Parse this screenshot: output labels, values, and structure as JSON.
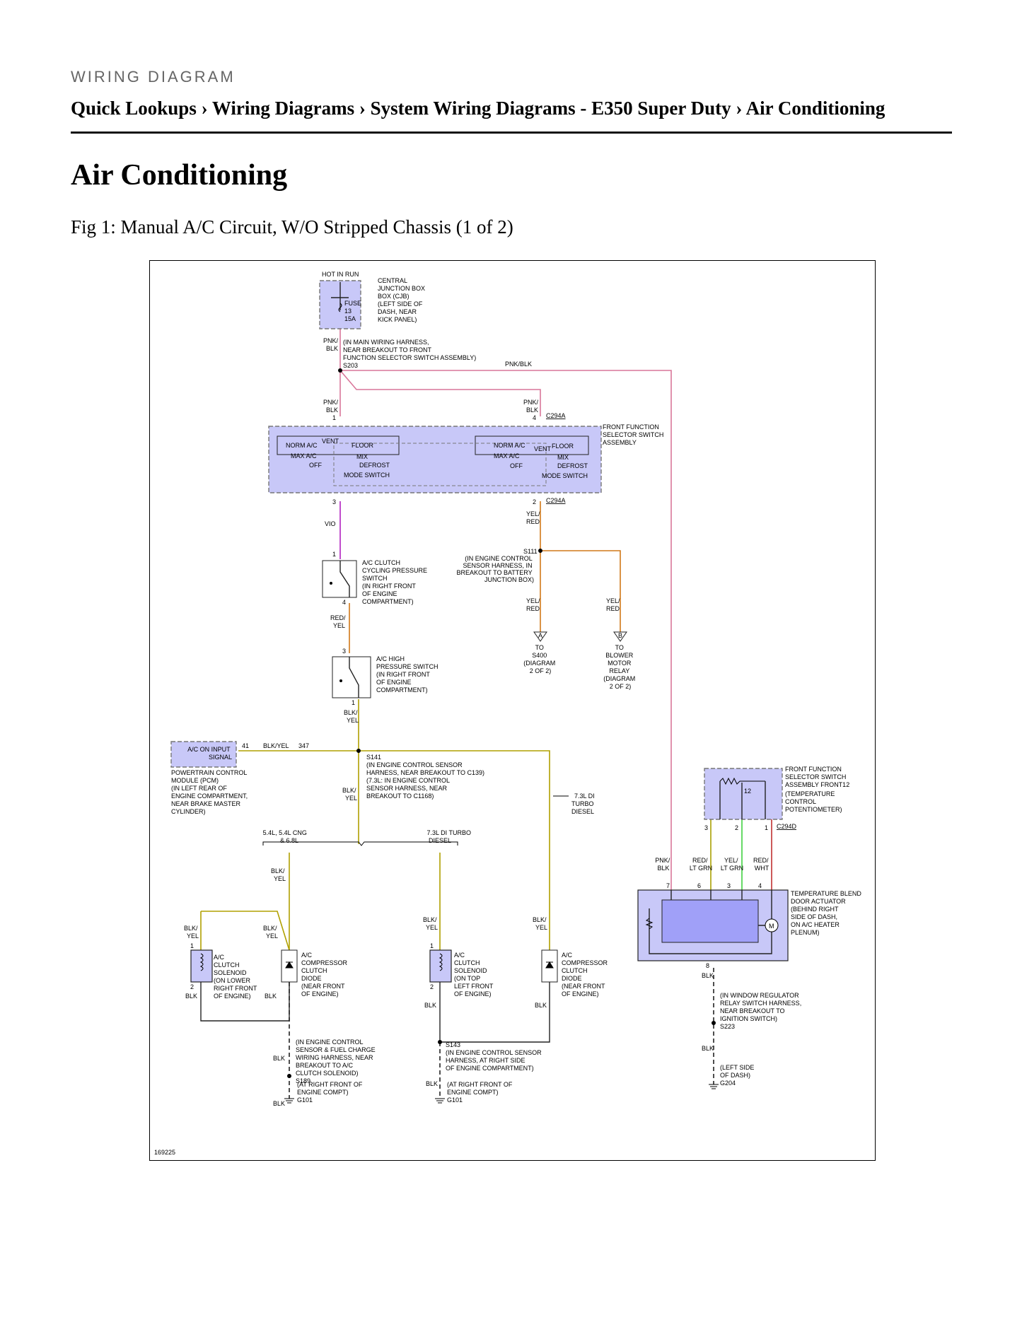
{
  "header": {
    "kicker": "WIRING DIAGRAM",
    "breadcrumb": "Quick Lookups › Wiring Diagrams › System Wiring Diagrams - E350 Super Duty › Air Conditioning",
    "title": "Air Conditioning",
    "figure_caption": "Fig 1: Manual A/C Circuit, W/O Stripped Chassis (1 of 2)"
  },
  "diagram": {
    "hot_in_run": "HOT IN RUN",
    "cjb": [
      "CENTRAL",
      "JUNCTION BOX",
      "BOX (CJB)",
      "(LEFT SIDE OF",
      "DASH, NEAR",
      "KICK PANEL)"
    ],
    "fuse": [
      "FUSE",
      "13",
      "15A"
    ],
    "pnk_blk_1": [
      "PNK/",
      "BLK"
    ],
    "main_harness": [
      "(IN MAIN WIRING HARNESS,",
      "NEAR BREAKOUT TO FRONT",
      "FUNCTION SELECTOR SWITCH ASSEMBLY)",
      "S203"
    ],
    "pnk_blk_top": "PNK/BLK",
    "pnk_blk_2": [
      "PNK/",
      "BLK"
    ],
    "pnk_blk_3": [
      "PNK/",
      "BLK"
    ],
    "pin_1": "1",
    "pin_4": "4",
    "c294a": "C294A",
    "ffs_title": [
      "FRONT FUNCTION",
      "SELECTOR SWITCH",
      "ASSEMBLY"
    ],
    "switch_labels": {
      "norm": "NORM A/C",
      "vent": "VENT",
      "floor": "FLOOR",
      "max": "MAX A/C",
      "mix": "MIX",
      "off": "OFF",
      "defrost": "DEFROST",
      "mode": "MODE SWITCH"
    },
    "pin_3": "3",
    "pin_2": "2",
    "c294a_2": "C294A",
    "yel_red_1": [
      "YEL/",
      "RED"
    ],
    "vio": "VIO",
    "s111_label": "S111",
    "engine_control_harness": [
      "(IN ENGINE CONTROL",
      "SENSOR HARNESS, IN",
      "BREAKOUT TO BATTERY",
      "JUNCTION BOX)"
    ],
    "cycling_switch": [
      "A/C CLUTCH",
      "CYCLING PRESSURE",
      "SWITCH",
      "(IN RIGHT FRONT",
      "OF ENGINE",
      "COMPARTMENT)"
    ],
    "cyc_pin_1": "1",
    "cyc_pin_4": "4",
    "yel_red_2": [
      "YEL/",
      "RED"
    ],
    "yel_red_3": [
      "YEL/",
      "RED"
    ],
    "red_yel": [
      "RED/",
      "YEL"
    ],
    "to_s400": [
      "TO",
      "S400",
      "(DIAGRAM",
      "2 OF 2)"
    ],
    "to_blower": [
      "TO",
      "BLOWER",
      "MOTOR",
      "RELAY",
      "(DIAGRAM",
      "2 OF 2)"
    ],
    "conn_a": "A",
    "conn_b": "B",
    "hp_pin_3": "3",
    "hp_switch": [
      "A/C HIGH",
      "PRESSURE SWITCH",
      "(IN RIGHT FRONT",
      "OF ENGINE",
      "COMPARTMENT)"
    ],
    "hp_pin_1": "1",
    "blk_yel_1": [
      "BLK/",
      "YEL"
    ],
    "ac_input": [
      "A/C ON INPUT",
      "SIGNAL"
    ],
    "pcm_pin": "41",
    "blk_yel_wire": "BLK/YEL",
    "circuit_347": "347",
    "pcm": [
      "POWERTRAIN CONTROL",
      "MODULE (PCM)",
      "(IN LEFT REAR OF",
      "ENGINE COMPARTMENT,",
      "NEAR BRAKE MASTER",
      "CYLINDER)"
    ],
    "s141": [
      "S141",
      "(IN ENGINE CONTROL SENSOR",
      "HARNESS, NEAR BREAKOUT TO C139)",
      "(7.3L: IN ENGINE CONTROL",
      "SENSOR HARNESS, NEAR",
      "BREAKOUT TO C1168)"
    ],
    "blk_yel_2": [
      "BLK/",
      "YEL"
    ],
    "diesel_note": [
      "7.3L DI",
      "TURBO",
      "DIESEL"
    ],
    "engine_54": [
      "5.4L, 5.4L CNG",
      "& 6.8L"
    ],
    "engine_73": [
      "7.3L DI TURBO",
      "DIESEL"
    ],
    "blk_yel_3": [
      "BLK/",
      "YEL"
    ],
    "blk_yel_4": [
      "BLK/",
      "YEL"
    ],
    "blk_yel_5": [
      "BLK/",
      "YEL"
    ],
    "blk_yel_6": [
      "BLK/",
      "YEL"
    ],
    "blk_yel_7": [
      "BLK/",
      "YEL"
    ],
    "sol_pin_1": "1",
    "sol_pin_2": "2",
    "solenoid_1": [
      "A/C",
      "CLUTCH",
      "SOLENOID",
      "(ON LOWER",
      "RIGHT FRONT",
      "OF ENGINE)"
    ],
    "diode_1": [
      "A/C",
      "COMPRESSOR",
      "CLUTCH",
      "DIODE",
      "(NEAR FRONT",
      "OF ENGINE)"
    ],
    "sol2_pin_1": "1",
    "sol2_pin_2": "2",
    "solenoid_2": [
      "A/C",
      "CLUTCH",
      "SOLENOID",
      "(ON TOP",
      "LEFT FRONT",
      "OF ENGINE)"
    ],
    "diode_2": [
      "A/C",
      "COMPRESSOR",
      "CLUTCH",
      "DIODE",
      "(NEAR FRONT",
      "OF ENGINE)"
    ],
    "blk": "BLK",
    "s189": [
      "(IN ENGINE CONTROL",
      "SENSOR & FUEL CHARGE",
      "WIRING HARNESS, NEAR",
      "BREAKOUT TO A/C",
      "CLUTCH SOLENOID)",
      "S189"
    ],
    "s143": [
      "S143",
      "(IN ENGINE CONTROL SENSOR",
      "HARNESS, AT RIGHT SIDE",
      "OF ENGINE COMPARTMENT)"
    ],
    "g101_1": [
      "(AT RIGHT FRONT OF",
      "ENGINE COMPT)",
      "G101"
    ],
    "g101_2": [
      "(AT RIGHT FRONT OF",
      "ENGINE COMPT)",
      "G101"
    ],
    "temp_pot": [
      "FRONT FUNCTION",
      "SELECTOR SWITCH",
      "ASSEMBLY FRONT12",
      "(TEMPERATURE",
      "CONTROL",
      "POTENTIOMETER)"
    ],
    "pot_12": "12",
    "c294d": "C294D",
    "pot_pins": [
      "3",
      "2",
      "1"
    ],
    "wire_pnk_blk": [
      "PNK/",
      "BLK"
    ],
    "wire_red_ltgrn": [
      "RED/",
      "LT GRN"
    ],
    "wire_yel_ltgrn": [
      "YEL/",
      "LT GRN"
    ],
    "wire_red_wht": [
      "RED/",
      "WHT"
    ],
    "act_pins": [
      "7",
      "6",
      "3",
      "4"
    ],
    "actuator": [
      "TEMPERATURE BLEND",
      "DOOR ACTUATOR",
      "(BEHIND RIGHT",
      "SIDE OF DASH,",
      "ON A/C HEATER",
      "PLENUM)"
    ],
    "motor_m": "M",
    "act_pin_8": "8",
    "s223": [
      "(IN WINDOW REGULATOR",
      "RELAY SWITCH HARNESS,",
      "NEAR BREAKOUT TO",
      "IGNITION SWITCH)",
      "S223"
    ],
    "g204": [
      "(LEFT SIDE",
      "OF DASH)",
      "G204"
    ],
    "diagram_id": "169225"
  },
  "colors": {
    "pnk_blk": "#d9779a",
    "vio": "#b020c0",
    "yel_red": "#d07818",
    "red_yel": "#d07818",
    "blk_yel": "#b0a000",
    "red_ltgrn": "#a8a000",
    "yel_ltgrn": "#40d040",
    "red_wht": "#c03030",
    "component": "#c8c8f8"
  }
}
